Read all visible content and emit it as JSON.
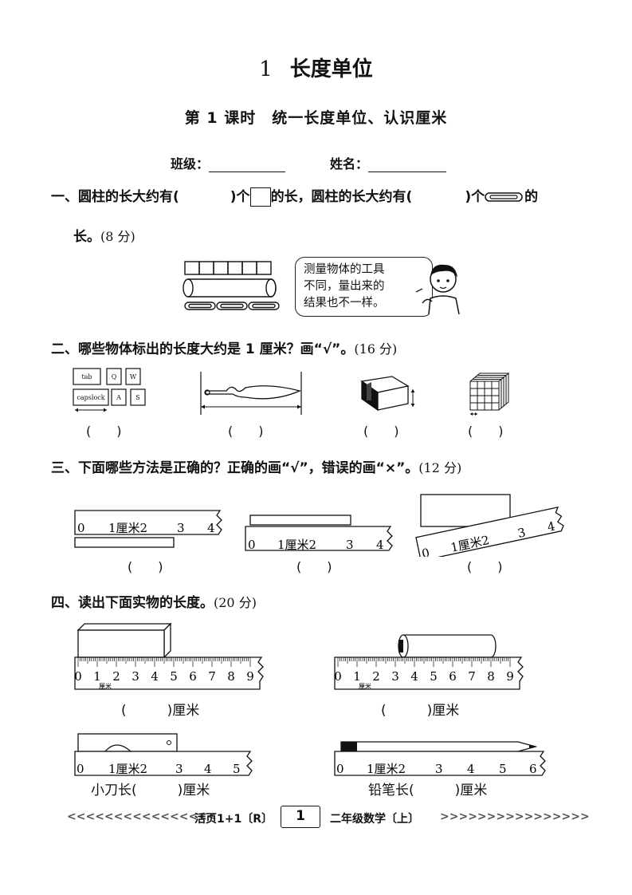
{
  "header": {
    "chapter_num": "1",
    "chapter_title": "长度单位",
    "subtitle": "第 1 课时　统一长度单位、认识厘米"
  },
  "fields": {
    "class_label": "班级：",
    "name_label": "姓名："
  },
  "q1": {
    "part1": "一、圆柱的长大约有(",
    "part2": ")个",
    "part3": "的长，圆柱的长大约有(",
    "part4": ")个",
    "part5": "的",
    "line2": "长。",
    "points": "(8 分)",
    "bubble": [
      "测量物体的工具",
      "不同，量出来的",
      "结果也不一样。"
    ]
  },
  "q2": {
    "text": "二、哪些物体标出的长度大约是 1 厘米？画“√”。",
    "points": "(16 分)",
    "keys": [
      "tab",
      "Q",
      "W",
      "capslock",
      "A",
      "S"
    ],
    "blanks": [
      "(　　)",
      "(　　)",
      "(　　)",
      "(　　)"
    ]
  },
  "q3": {
    "text": "三、下面哪些方法是正确的？正确的画“√”，错误的画“×”。",
    "points": "(12 分)",
    "ruler_labels": [
      "0",
      "1厘米2",
      "3",
      "4"
    ],
    "blanks": [
      "(　　)",
      "(　　)",
      "(　　)"
    ]
  },
  "q4": {
    "text": "四、读出下面实物的长度。",
    "points": "(20 分)",
    "ruler_digits": [
      "0",
      "1",
      "2",
      "3",
      "4",
      "5",
      "6",
      "7",
      "8",
      "9"
    ],
    "unit_small": "厘米",
    "answers": [
      "(　　　)厘米",
      "(　　　)厘米"
    ],
    "small_ruler_labels_a": [
      "0",
      "1厘米2",
      "3",
      "4",
      "5"
    ],
    "small_ruler_labels_b": [
      "0",
      "1厘米2",
      "3",
      "4",
      "5",
      "6"
    ],
    "knife_answer": "小刀长(　　　)厘米",
    "pencil_answer": "铅笔长(　　　)厘米"
  },
  "footer": {
    "left": "活页1+1〔R〕",
    "page": "1",
    "right": "二年级数学〔上〕",
    "arrows_left": "<<<<<<<<<<<<<<<<",
    "arrows_right": ">>>>>>>>>>>>>>>>"
  }
}
